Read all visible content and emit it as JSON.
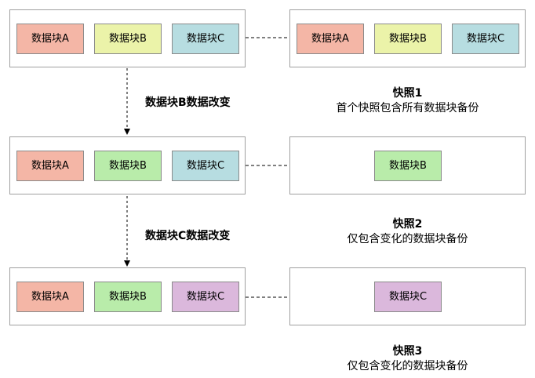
{
  "colors": {
    "block_a": "#f4b6a6",
    "block_b_unchanged": "#ebf3a9",
    "block_b_changed": "#b9ecaa",
    "block_c_unchanged": "#b7dde1",
    "block_c_changed": "#dbb8dc",
    "frame_border": "#a0a0a0"
  },
  "rows": [
    {
      "data_blocks": [
        "数据块A",
        "数据块B",
        "数据块C"
      ],
      "snapshot_blocks": [
        "数据块A",
        "数据块B",
        "数据块C"
      ],
      "snapshot_title": "快照1",
      "snapshot_desc": "首个快照包含所有数据块备份"
    },
    {
      "data_blocks": [
        "数据块A",
        "数据块B",
        "数据块C"
      ],
      "snapshot_blocks": [
        "数据块B"
      ],
      "snapshot_title": "快照2",
      "snapshot_desc": "仅包含变化的数据块备份"
    },
    {
      "data_blocks": [
        "数据块A",
        "数据块B",
        "数据块C"
      ],
      "snapshot_blocks": [
        "数据块C"
      ],
      "snapshot_title": "快照3",
      "snapshot_desc": "仅包含变化的数据块备份"
    }
  ],
  "changes": [
    "数据块B数据改变",
    "数据块C数据改变"
  ]
}
